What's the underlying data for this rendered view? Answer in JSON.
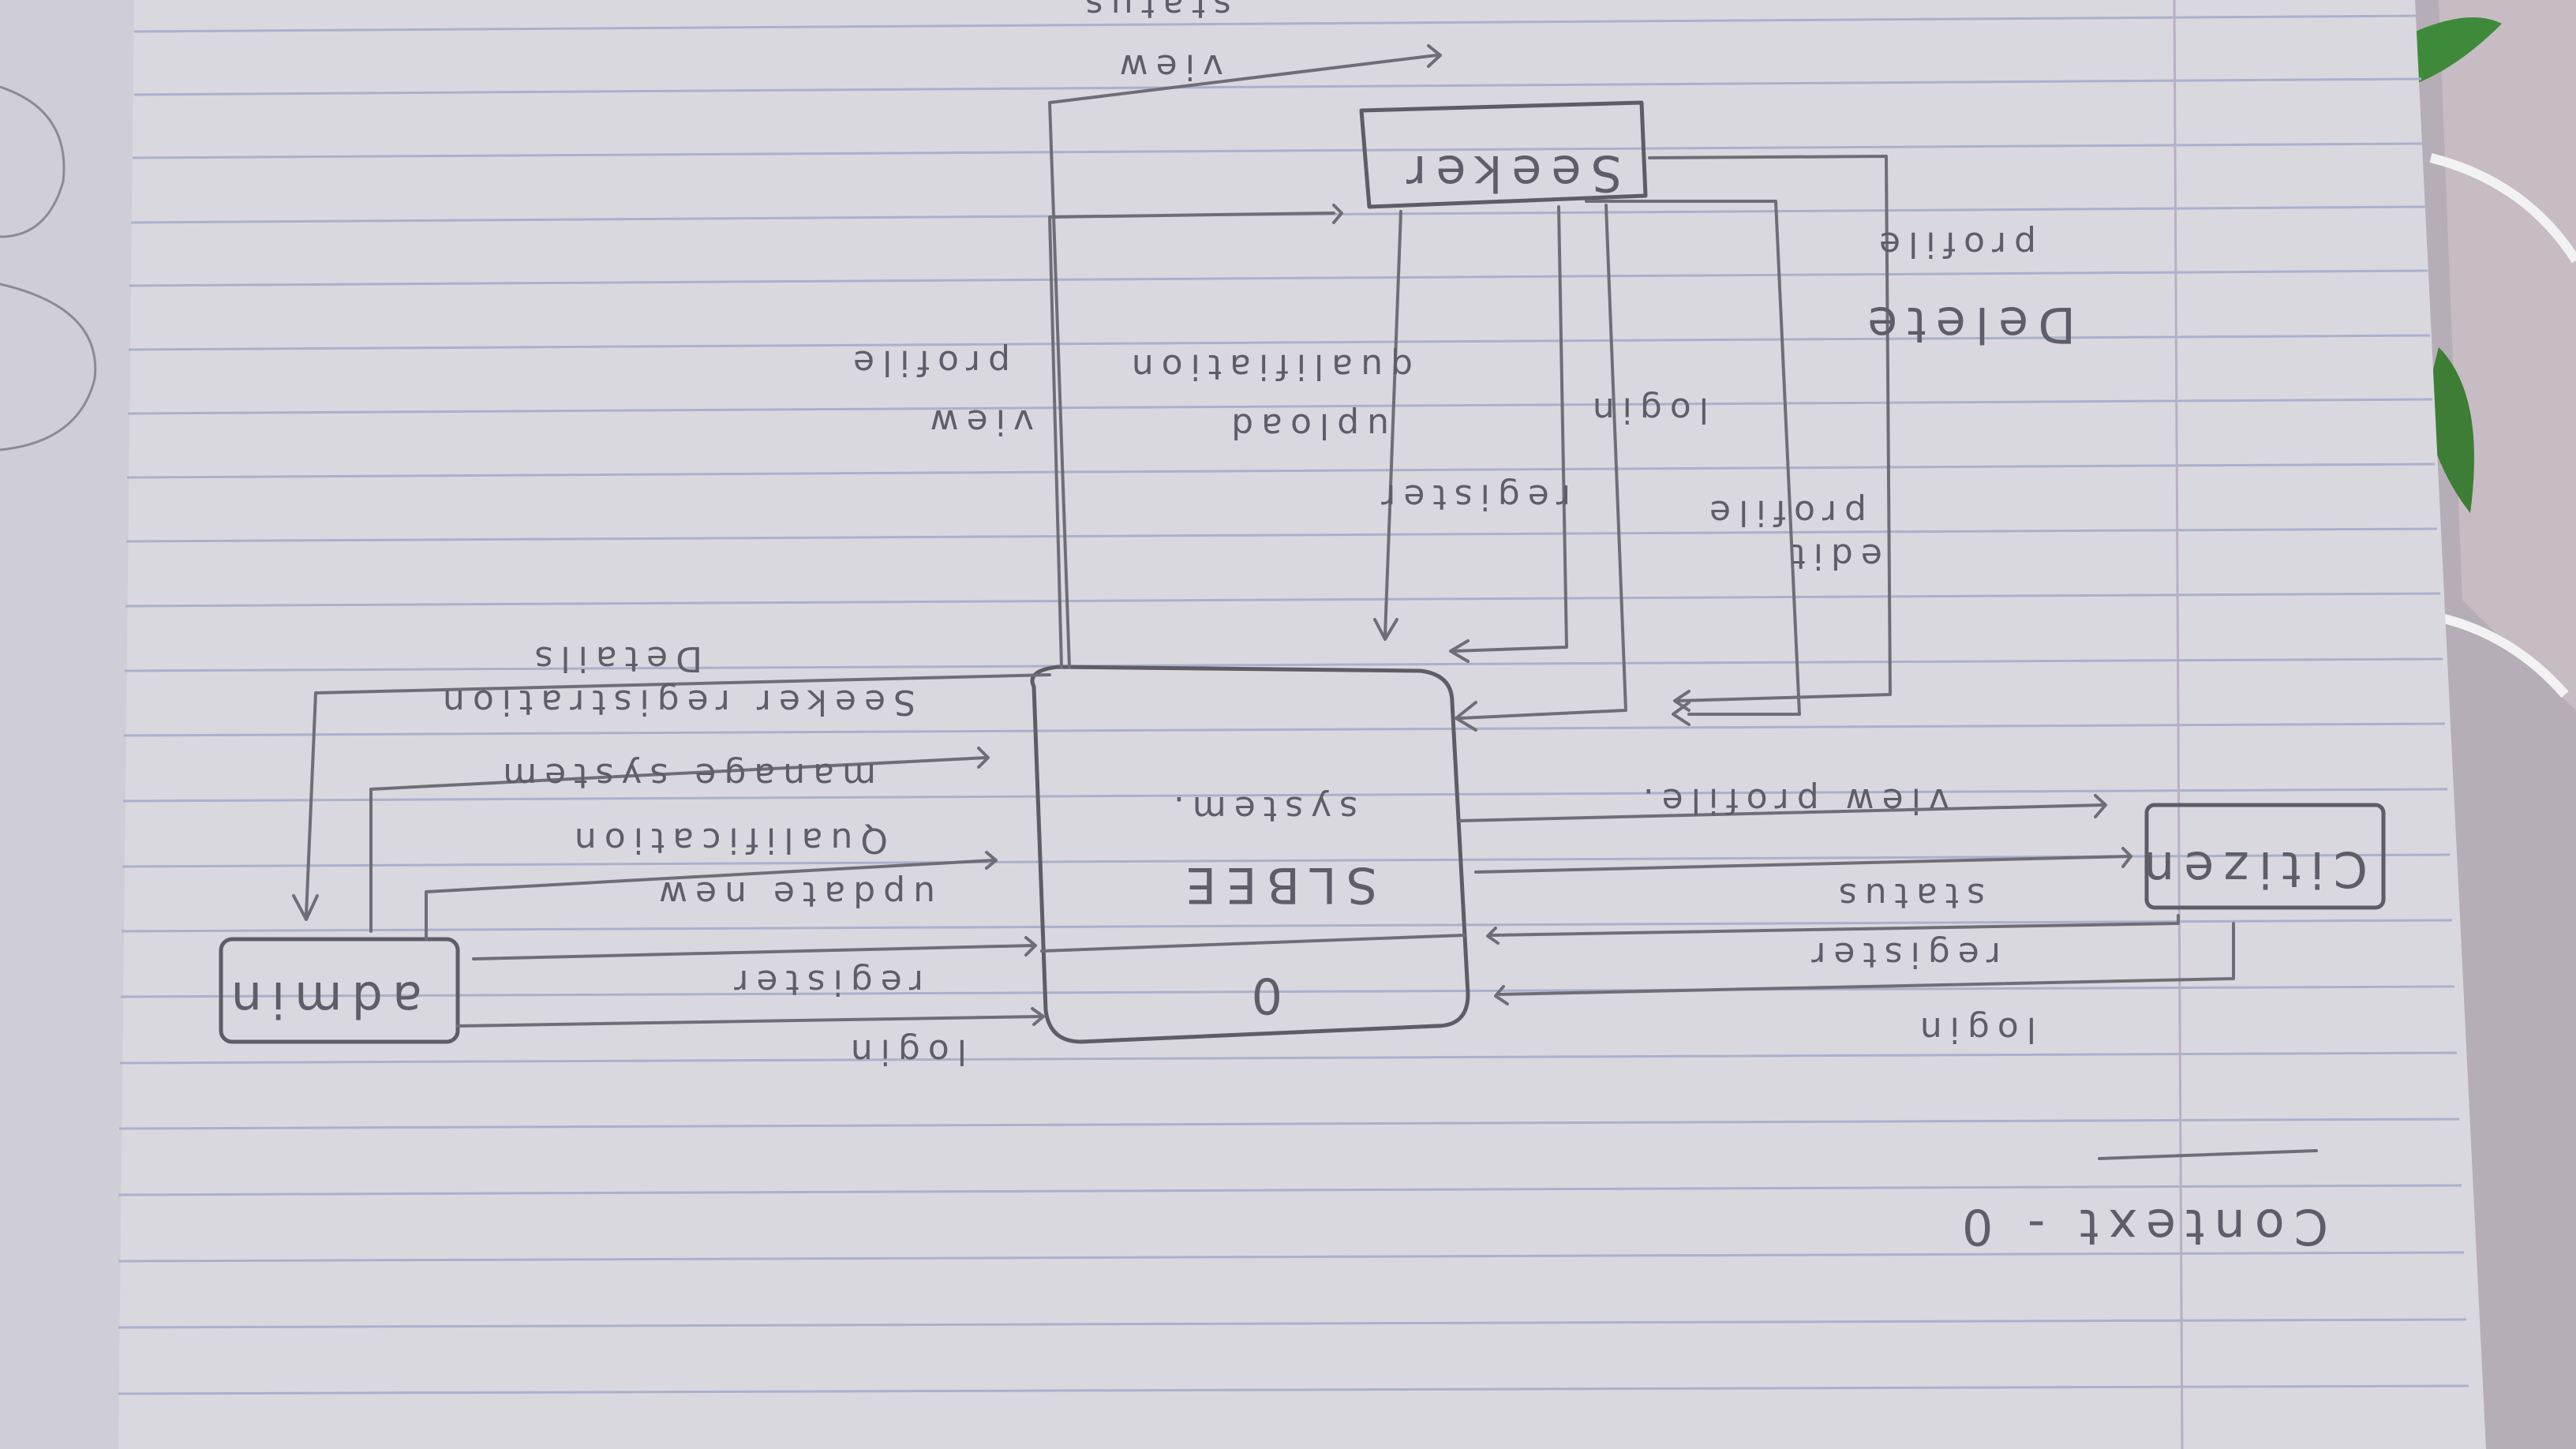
{
  "heading": "Context - 0",
  "entities": {
    "citizen": "Citizen",
    "admin": "admin",
    "seeker": "Seeker"
  },
  "process": {
    "number": "0",
    "name_line1": "SLBEE",
    "name_line2": "system."
  },
  "flows": {
    "citizen_login": "login",
    "citizen_register": "register",
    "citizen_status": "status",
    "citizen_view_profile": "view profile.",
    "admin_login": "login",
    "admin_register": "register",
    "admin_update": "update new",
    "admin_qualification": "Qualification",
    "admin_manage": "manage system",
    "admin_seeker_reg_1": "Seeker registration",
    "admin_seeker_reg_2": "Details",
    "seeker_delete_1": "Delete",
    "seeker_delete_2": "profile",
    "seeker_edit_1": "edit",
    "seeker_edit_2": "profile",
    "seeker_login": "login",
    "seeker_register": "register",
    "seeker_upload_1": "upload",
    "seeker_upload_2": "qualifiation",
    "seeker_view_profile_1": "view",
    "seeker_view_profile_2": "profile",
    "seeker_view": "view",
    "top_status": "status"
  },
  "colors": {
    "paper": "#d9d8df",
    "ruled_line": "#a9b1d0",
    "pencil": "#6f6e76",
    "background": "#b9b6bc"
  }
}
